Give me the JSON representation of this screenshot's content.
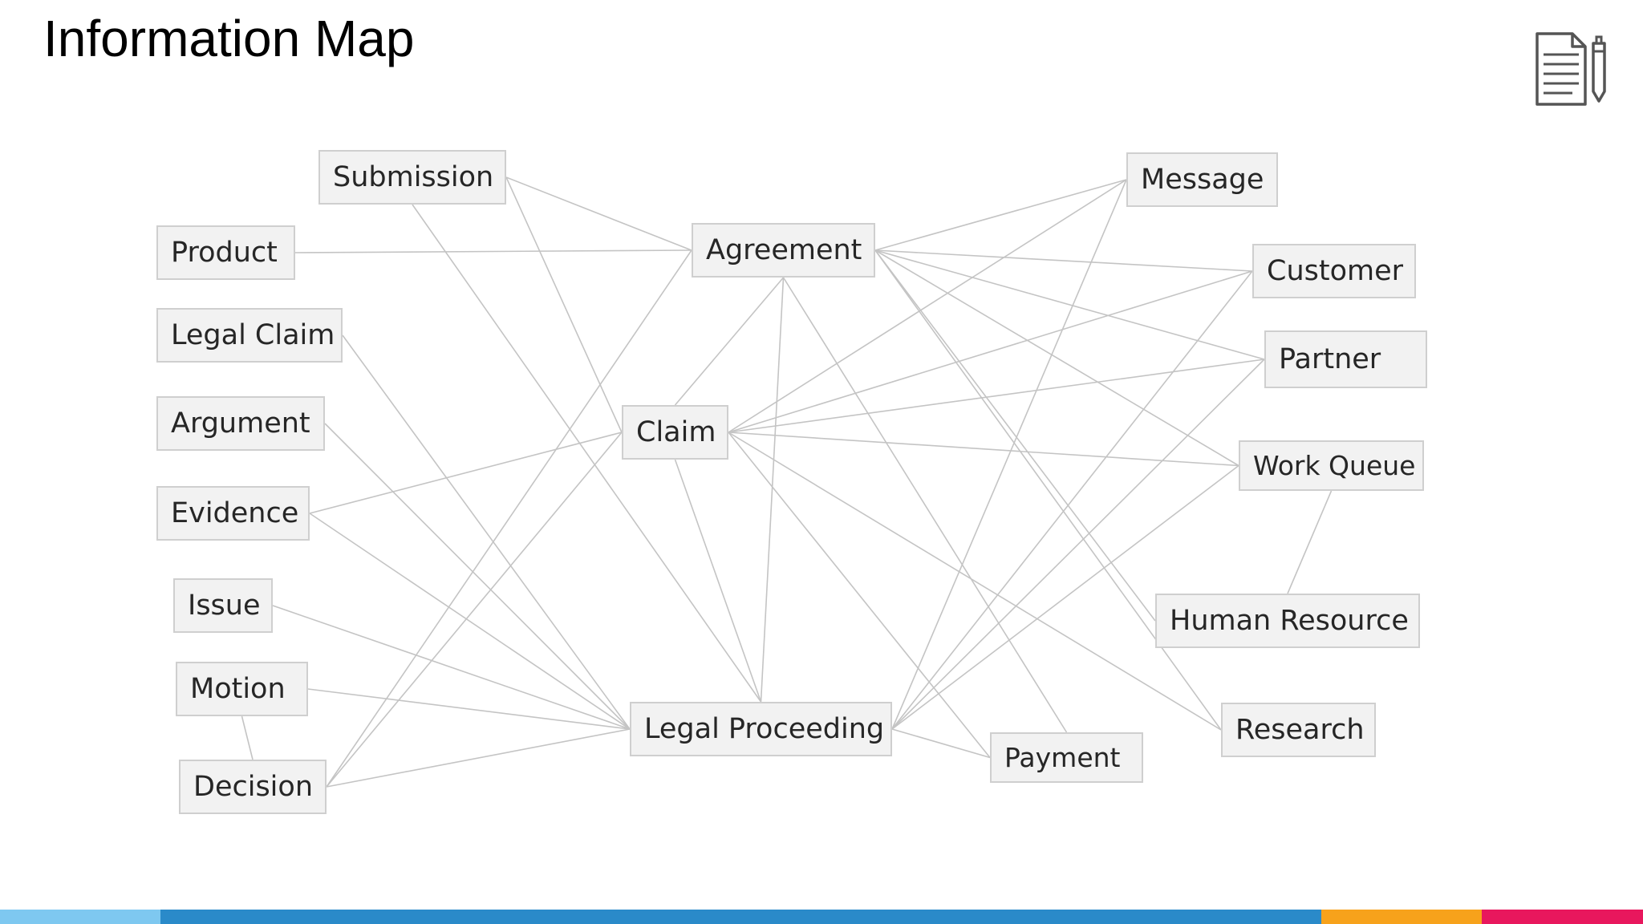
{
  "page": {
    "title": "Information Map"
  },
  "icons": {
    "document": "document-with-pen-icon"
  },
  "nodes": {
    "submission": "Submission",
    "product": "Product",
    "legal_claim": "Legal Claim",
    "argument": "Argument",
    "evidence": "Evidence",
    "issue": "Issue",
    "motion": "Motion",
    "decision": "Decision",
    "agreement": "Agreement",
    "claim": "Claim",
    "legal_proceeding": "Legal Proceeding",
    "payment": "Payment",
    "message": "Message",
    "customer": "Customer",
    "partner": "Partner",
    "work_queue": "Work Queue",
    "human_resource": "Human Resource",
    "research": "Research"
  },
  "edges": [
    [
      "submission",
      "agreement"
    ],
    [
      "submission",
      "claim"
    ],
    [
      "submission",
      "legal_proceeding"
    ],
    [
      "product",
      "agreement"
    ],
    [
      "legal_claim",
      "legal_proceeding"
    ],
    [
      "argument",
      "legal_proceeding"
    ],
    [
      "evidence",
      "claim"
    ],
    [
      "evidence",
      "legal_proceeding"
    ],
    [
      "issue",
      "legal_proceeding"
    ],
    [
      "motion",
      "legal_proceeding"
    ],
    [
      "motion",
      "decision"
    ],
    [
      "decision",
      "agreement"
    ],
    [
      "decision",
      "claim"
    ],
    [
      "decision",
      "legal_proceeding"
    ],
    [
      "agreement",
      "claim"
    ],
    [
      "agreement",
      "legal_proceeding"
    ],
    [
      "agreement",
      "message"
    ],
    [
      "agreement",
      "customer"
    ],
    [
      "agreement",
      "partner"
    ],
    [
      "agreement",
      "work_queue"
    ],
    [
      "agreement",
      "human_resource"
    ],
    [
      "agreement",
      "payment"
    ],
    [
      "agreement",
      "research"
    ],
    [
      "claim",
      "legal_proceeding"
    ],
    [
      "claim",
      "message"
    ],
    [
      "claim",
      "customer"
    ],
    [
      "claim",
      "partner"
    ],
    [
      "claim",
      "work_queue"
    ],
    [
      "claim",
      "payment"
    ],
    [
      "claim",
      "research"
    ],
    [
      "legal_proceeding",
      "payment"
    ],
    [
      "legal_proceeding",
      "message"
    ],
    [
      "legal_proceeding",
      "customer"
    ],
    [
      "legal_proceeding",
      "partner"
    ],
    [
      "legal_proceeding",
      "work_queue"
    ],
    [
      "work_queue",
      "human_resource"
    ]
  ],
  "colors": {
    "node_fill": "#f2f2f2",
    "node_border": "#cfcfcf",
    "edge": "#c4c4c4",
    "bar_light_blue": "#7ec8f0",
    "bar_blue": "#2a8ac9",
    "bar_orange": "#f7a21b",
    "bar_pink": "#e8175d"
  }
}
